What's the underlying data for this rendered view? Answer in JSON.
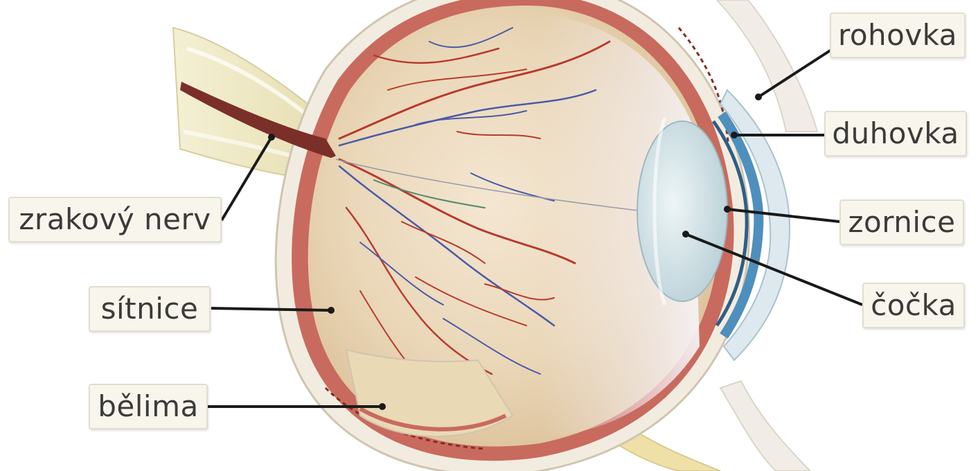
{
  "labels": {
    "cornea": "rohovka",
    "iris": "duhovka",
    "pupil": "zornice",
    "lens": "čočka",
    "optic_nerve": "zrakový nerv",
    "retina": "sítnice",
    "sclera": "bělima"
  },
  "colors": {
    "label_bg": "#f8f5ec",
    "label_border": "#e3ddcd",
    "label_text": "#3c3a3a",
    "leader_line": "#1a1a1a",
    "sclera": "#f2ece0",
    "choroid": "#c96a5e",
    "retina": "#e9d6b4",
    "vessel_red": "#b83a2e",
    "vessel_blue": "#4a5aa8",
    "iris": "#4f8fbd",
    "lens": "#d7e6ea"
  }
}
